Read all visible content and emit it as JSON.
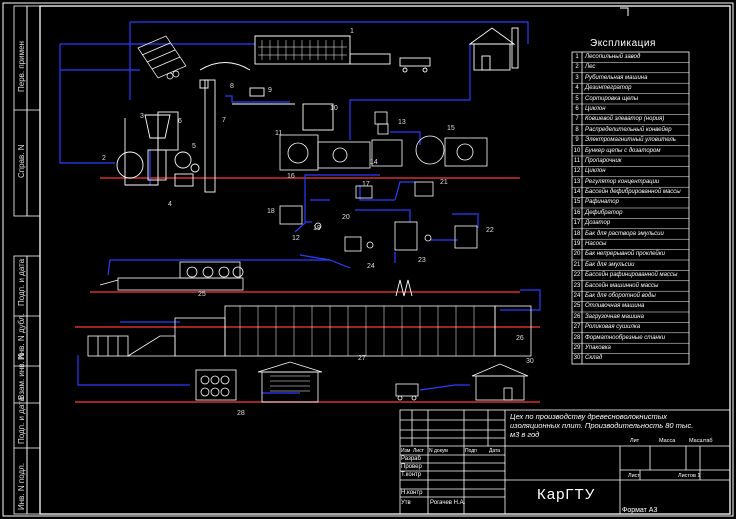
{
  "side_stamps": [
    {
      "id": "perv-primen",
      "text": "Перв. примен"
    },
    {
      "id": "sprav",
      "text": "Справ. N"
    },
    {
      "id": "podp-data-1",
      "text": "Подп. и дата"
    },
    {
      "id": "inv-dubl",
      "text": "Инв. N дубл."
    },
    {
      "id": "vzam-inv",
      "text": "Взам. инв. N"
    },
    {
      "id": "podp-data-2",
      "text": "Подп. и дата"
    },
    {
      "id": "inv-podl",
      "text": "Инв. N подл."
    }
  ],
  "legend": {
    "title": "Экспликация",
    "items": [
      {
        "n": "1",
        "text": "Лесопильный завод"
      },
      {
        "n": "2",
        "text": "Лес"
      },
      {
        "n": "3",
        "text": "Рубительная машина"
      },
      {
        "n": "4",
        "text": "Дезинтегратор"
      },
      {
        "n": "5",
        "text": "Сортировка щепы"
      },
      {
        "n": "6",
        "text": "Циклон"
      },
      {
        "n": "7",
        "text": "Ковшевой элеватор (нория)"
      },
      {
        "n": "8",
        "text": "Распределительный конвейер"
      },
      {
        "n": "9",
        "text": "Электромагнитный уловитель"
      },
      {
        "n": "10",
        "text": "Бункер щепы с дозатором"
      },
      {
        "n": "11",
        "text": "Пропарочник"
      },
      {
        "n": "12",
        "text": "Циклон"
      },
      {
        "n": "13",
        "text": "Регулятор концентрации"
      },
      {
        "n": "14",
        "text": "Бассейн дефибрированной массы"
      },
      {
        "n": "15",
        "text": "Рафинатор"
      },
      {
        "n": "16",
        "text": "Дефибратор"
      },
      {
        "n": "17",
        "text": "Дозатор"
      },
      {
        "n": "18",
        "text": "Бак для раствора эмульсии"
      },
      {
        "n": "19",
        "text": "Насосы"
      },
      {
        "n": "20",
        "text": "Бак непрерывной проклейки"
      },
      {
        "n": "21",
        "text": "Бак для эмульсии"
      },
      {
        "n": "22",
        "text": "Бассейн рафинированной массы"
      },
      {
        "n": "23",
        "text": "Бассейн машинной массы"
      },
      {
        "n": "24",
        "text": "Бак для оборотной воды"
      },
      {
        "n": "25",
        "text": "Отливочная машина"
      },
      {
        "n": "26",
        "text": "Загрузочная машина"
      },
      {
        "n": "27",
        "text": "Роликовая сушилка"
      },
      {
        "n": "28",
        "text": "Форматнообрезные станки"
      },
      {
        "n": "29",
        "text": "Упаковка"
      },
      {
        "n": "30",
        "text": "Склад"
      }
    ]
  },
  "diagram_labels": [
    "1",
    "2",
    "3",
    "4",
    "5",
    "6",
    "7",
    "8",
    "9",
    "10",
    "11",
    "12",
    "13",
    "14",
    "15",
    "16",
    "17",
    "18",
    "19",
    "20",
    "21",
    "22",
    "23",
    "24",
    "25",
    "26",
    "27",
    "28",
    "30"
  ],
  "title_block": {
    "title_line1": "Цех по производству древесноволокнистых",
    "title_line2": "изоляционных плит. Производительность 80 тыс.",
    "title_line3": "м3  в год",
    "col_izm": "Изм",
    "col_list": "Лист",
    "col_ndokum": "N докум",
    "col_podp": "Подп",
    "col_data": "Дата",
    "razrab": "Разраб",
    "prover": "Провер",
    "tkontr": "Т.контр",
    "nkontr": "Н.контр",
    "utv": "Утв",
    "author": "Рогачев Н.А.",
    "lit": "Лит",
    "massa": "Масса",
    "masshtab": "Масштаб",
    "list": "Лист",
    "listov": "Листов 1",
    "org": "КарГТУ",
    "format": "Формат А3"
  }
}
